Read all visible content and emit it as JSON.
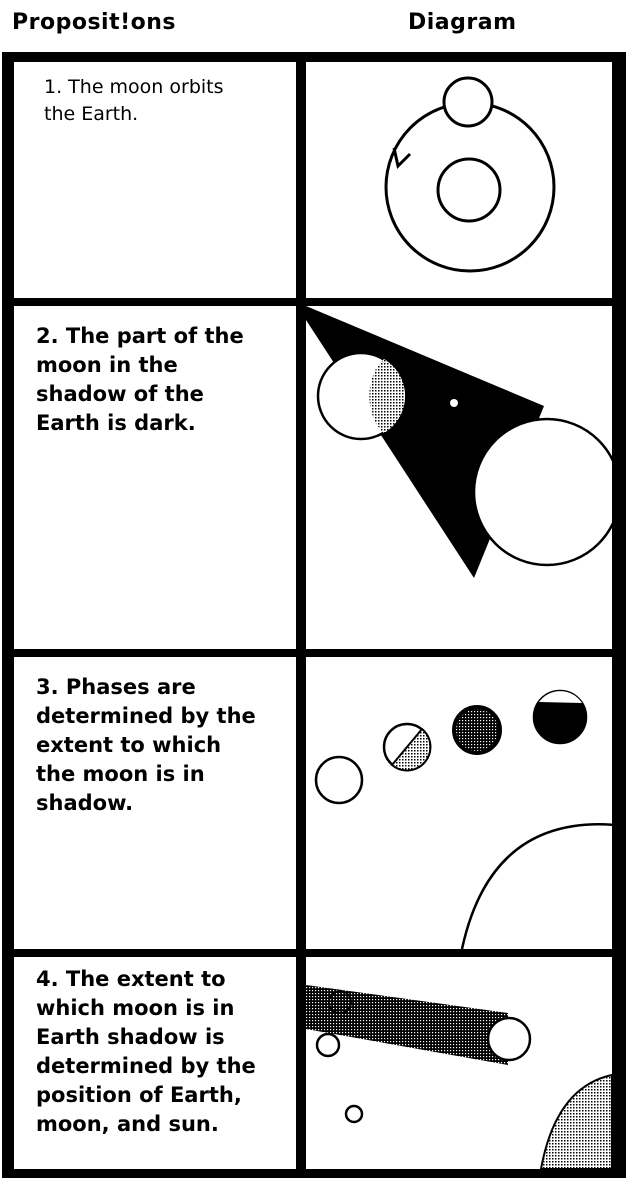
{
  "headers": {
    "propositions": "Proposit!ons",
    "diagram": "Diagram"
  },
  "rows": [
    {
      "text": "1. The moon orbits\nthe Earth."
    },
    {
      "text": "2. The part of the\nmoon in the\nshadow of the\nEarth is dark."
    },
    {
      "text": "3. Phases are\ndetermined by the\nextent to which\nthe moon is in\nshadow."
    },
    {
      "text": "4. The extent to\nwhich moon is in\nEarth shadow is\ndetermined by the\nposition of Earth,\nmoon, and sun."
    }
  ],
  "colors": {
    "ink": "#000000",
    "paper": "#ffffff",
    "stipple": "#9a9a9a"
  }
}
